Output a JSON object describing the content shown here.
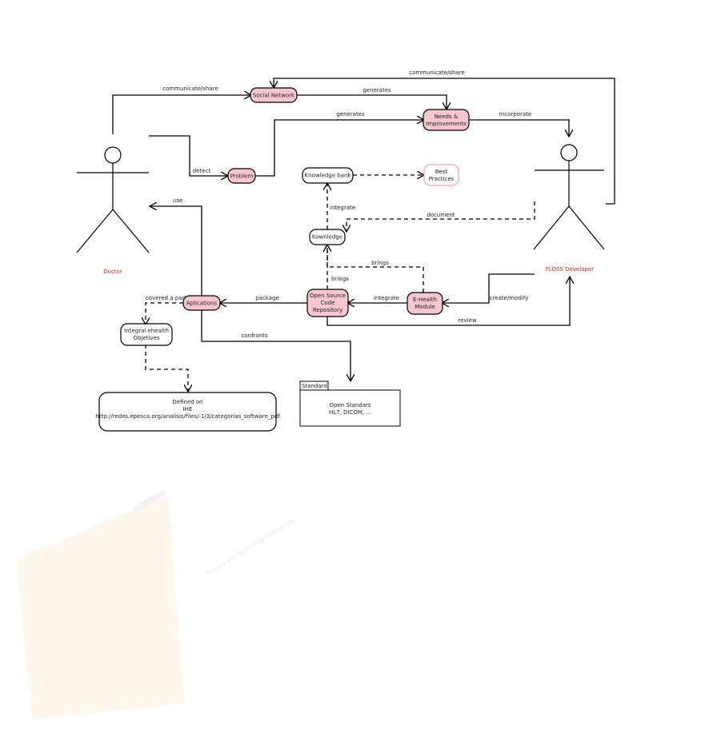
{
  "watermark": {
    "line1": "SciTePress",
    "line2": "Science and Technology Publications"
  },
  "actors": {
    "doctor": "Doctor",
    "developer": "FLOSS Developer"
  },
  "nodes": {
    "social_network": "Social Network",
    "needs": [
      "Needs &",
      "Improvements"
    ],
    "problem": "Problem",
    "knowledge_bank": "Knowledge bank",
    "best_practices": [
      "Best",
      "Practices"
    ],
    "knowledge": "Kownledge",
    "repository": [
      "Open Source",
      "Code",
      "Repository"
    ],
    "ehealth_module": [
      "E-Health",
      "Module"
    ],
    "aplications": "Aplications",
    "objetives": [
      "Integral ehealth",
      "Objetives"
    ],
    "defined_on": [
      "Defined on",
      "IHE",
      "http://redes.epesca.org/analisis/files/-1/3/categorias_software_pdf"
    ],
    "standard_tab": "Standard",
    "standard_body": [
      "Open Standars",
      "HL7, DICOM, ..."
    ]
  },
  "edges": {
    "communicate_share_doctor": "communicate/share",
    "communicate_share_dev": "communicate/share",
    "generates_social": "generates",
    "generates_problem": "generates",
    "incorporate": "Incorporate",
    "detect": "detect",
    "use": "use",
    "integrate_knowledge": "integrate",
    "document": "document",
    "brings_module": "brings",
    "brings_repo": "brings",
    "package": "package",
    "integrate_module": "integrate",
    "create_modify": "create/modify",
    "covered": "covered a part of",
    "review": "review",
    "confronts": "confronts"
  }
}
